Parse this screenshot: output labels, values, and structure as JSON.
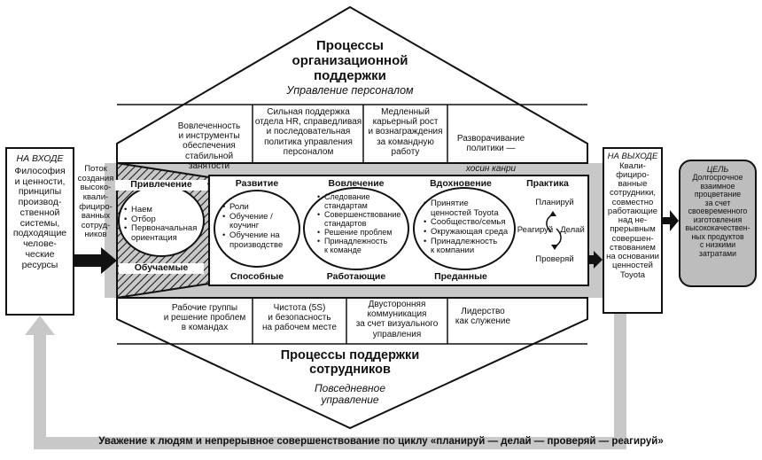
{
  "top": {
    "title": "Процессы\nорганизационной\nподдержки",
    "subtitle": "Управление персоналом",
    "cells": [
      "Вовлеченность\nи инструменты\nобеспечения\nстабильной занятости",
      "Сильная поддержка\nотдела HR, справедливая\nи последовательная\nполитика управления\nперсоналом",
      "Медленный\nкарьерный рост\nи вознаграждения\nза командную\nработу",
      "Разворачивание\nполитики —"
    ],
    "cell4_italic": "хосин канри"
  },
  "bottom": {
    "cells": [
      "Рабочие группы\nи решение проблем\nв командах",
      "Чистота (5S)\nи безопасность\nна рабочем месте",
      "Двусторонняя\nкоммуникация\nза счет визуального\nуправления",
      "Лидерство\nкак служение"
    ],
    "title": "Процессы поддержки\nсотрудников",
    "subtitle": "Повседневное\nуправление"
  },
  "input": {
    "label": "НА ВХОДЕ",
    "text": "Философия\nи ценности,\nпринципы\nпроизвод-\nственной\nсистемы,\nподходящие\nчелове-\nческие\nресурсы"
  },
  "flow_text": "Поток\nсоздания\nвысоко-\nквали-\nфициро-\nванных\nсотруд-\nников",
  "funnel": {
    "top_label": "Привлечение",
    "bottom_label": "Обучаемые",
    "items": [
      "Наем",
      "Отбор",
      "Первоначальная\nориентация"
    ]
  },
  "stages": [
    {
      "title": "Развитие",
      "bottom": "Способные",
      "items": [
        "Роли",
        "Обучение /\nкоучинг",
        "Обучение на\nпроизводстве"
      ]
    },
    {
      "title": "Вовлечение",
      "bottom": "Работающие",
      "items": [
        "Следование\nстандартам",
        "Совершенствование\nстандартов",
        "Решение проблем",
        "Принадлежность\nк команде"
      ]
    },
    {
      "title": "Вдохновение",
      "bottom": "Преданные",
      "items": [
        "Принятие\nценностей Toyota",
        "Сообщество/семья",
        "Окружающая среда",
        "Принадлежность\nк компании"
      ]
    }
  ],
  "practice": {
    "title": "Практика",
    "plan": "Планируй",
    "react": "Реагируй",
    "do": "Делай",
    "check": "Проверяй"
  },
  "output": {
    "label": "НА ВЫХОДЕ",
    "text": "Квали-\nфициро-\nванные\nсотрудники,\nсовместно\nработающие\nнад не-\nпрерывным\nсовершен-\nствованием\nна основании\nценностей\nToyota"
  },
  "goal": {
    "label": "ЦЕЛЬ",
    "text": "Долгосрочное\nвзаимное\nпроцветание\nза счет\nсвоевременного\nизготовления\nвысококачествен-\nных продуктов\nс низкими\nзатратами"
  },
  "footer": "Уважение к людям и непрерывное совершенствование по циклу «планируй — делай — проверяй — реагируй»",
  "colors": {
    "band": "#c8c8c8",
    "loop": "#c8c8c8",
    "goal_fill": "#bdbdbd"
  }
}
